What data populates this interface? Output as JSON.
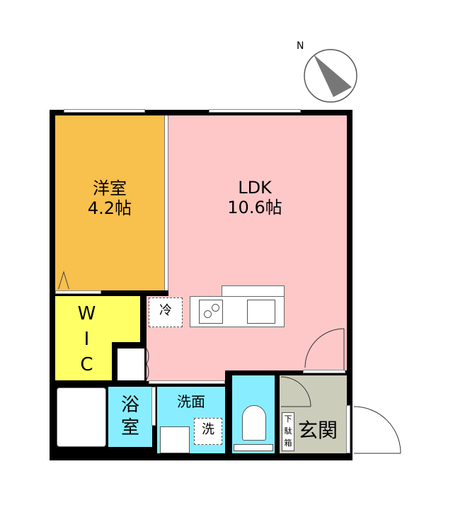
{
  "compass": {
    "north_label": "N"
  },
  "rooms": {
    "western": {
      "name": "洋室",
      "size": "4.2帖",
      "color": "#f8c04c"
    },
    "ldk": {
      "name": "LDK",
      "size": "10.6帖",
      "color": "#ffc8c8"
    },
    "wic": {
      "letters": [
        "W",
        "I",
        "C"
      ],
      "color": "#ffff66"
    },
    "bath": {
      "chars": [
        "浴",
        "室"
      ],
      "color": "#88eeff"
    },
    "washroom": {
      "name": "洗面",
      "color": "#88eeff"
    },
    "toilet": {
      "color": "#88eeff"
    },
    "entrance": {
      "name": "玄関",
      "color": "#ccccbb"
    }
  },
  "fixtures": {
    "fridge": "冷",
    "washer": "洗",
    "shoe_box": [
      "下",
      "駄",
      "箱"
    ]
  }
}
